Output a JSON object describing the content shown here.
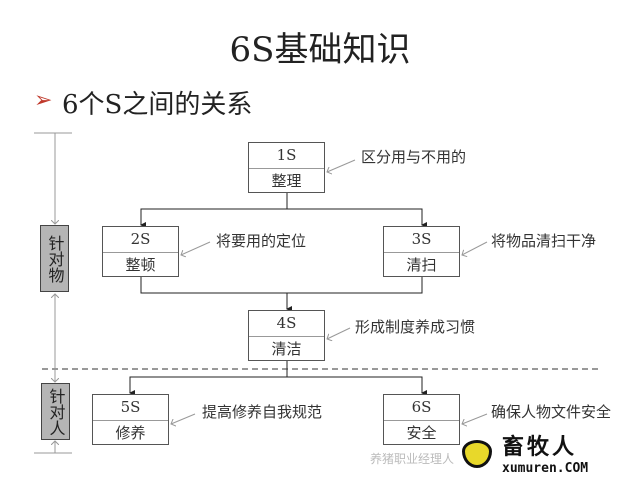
{
  "title": "6S基础知识",
  "subtitle": "6个S之间的关系",
  "bullet_icon": "arrow-bullet-icon",
  "side_labels": {
    "things": "针对物",
    "people": "针对人"
  },
  "boxes": [
    {
      "code": "1S",
      "name": "整理",
      "note": "区分用与不用的"
    },
    {
      "code": "2S",
      "name": "整顿",
      "note": "将要用的定位"
    },
    {
      "code": "3S",
      "name": "清扫",
      "note": "将物品清扫干净"
    },
    {
      "code": "4S",
      "name": "清洁",
      "note": "形成制度养成习惯"
    },
    {
      "code": "5S",
      "name": "修养",
      "note": "提高修养自我规范"
    },
    {
      "code": "6S",
      "name": "安全",
      "note": "确保人物文件安全"
    }
  ],
  "watermark": {
    "brand": "畜牧人",
    "site": "xumuren.COM",
    "faint": "养猪职业经理人"
  }
}
